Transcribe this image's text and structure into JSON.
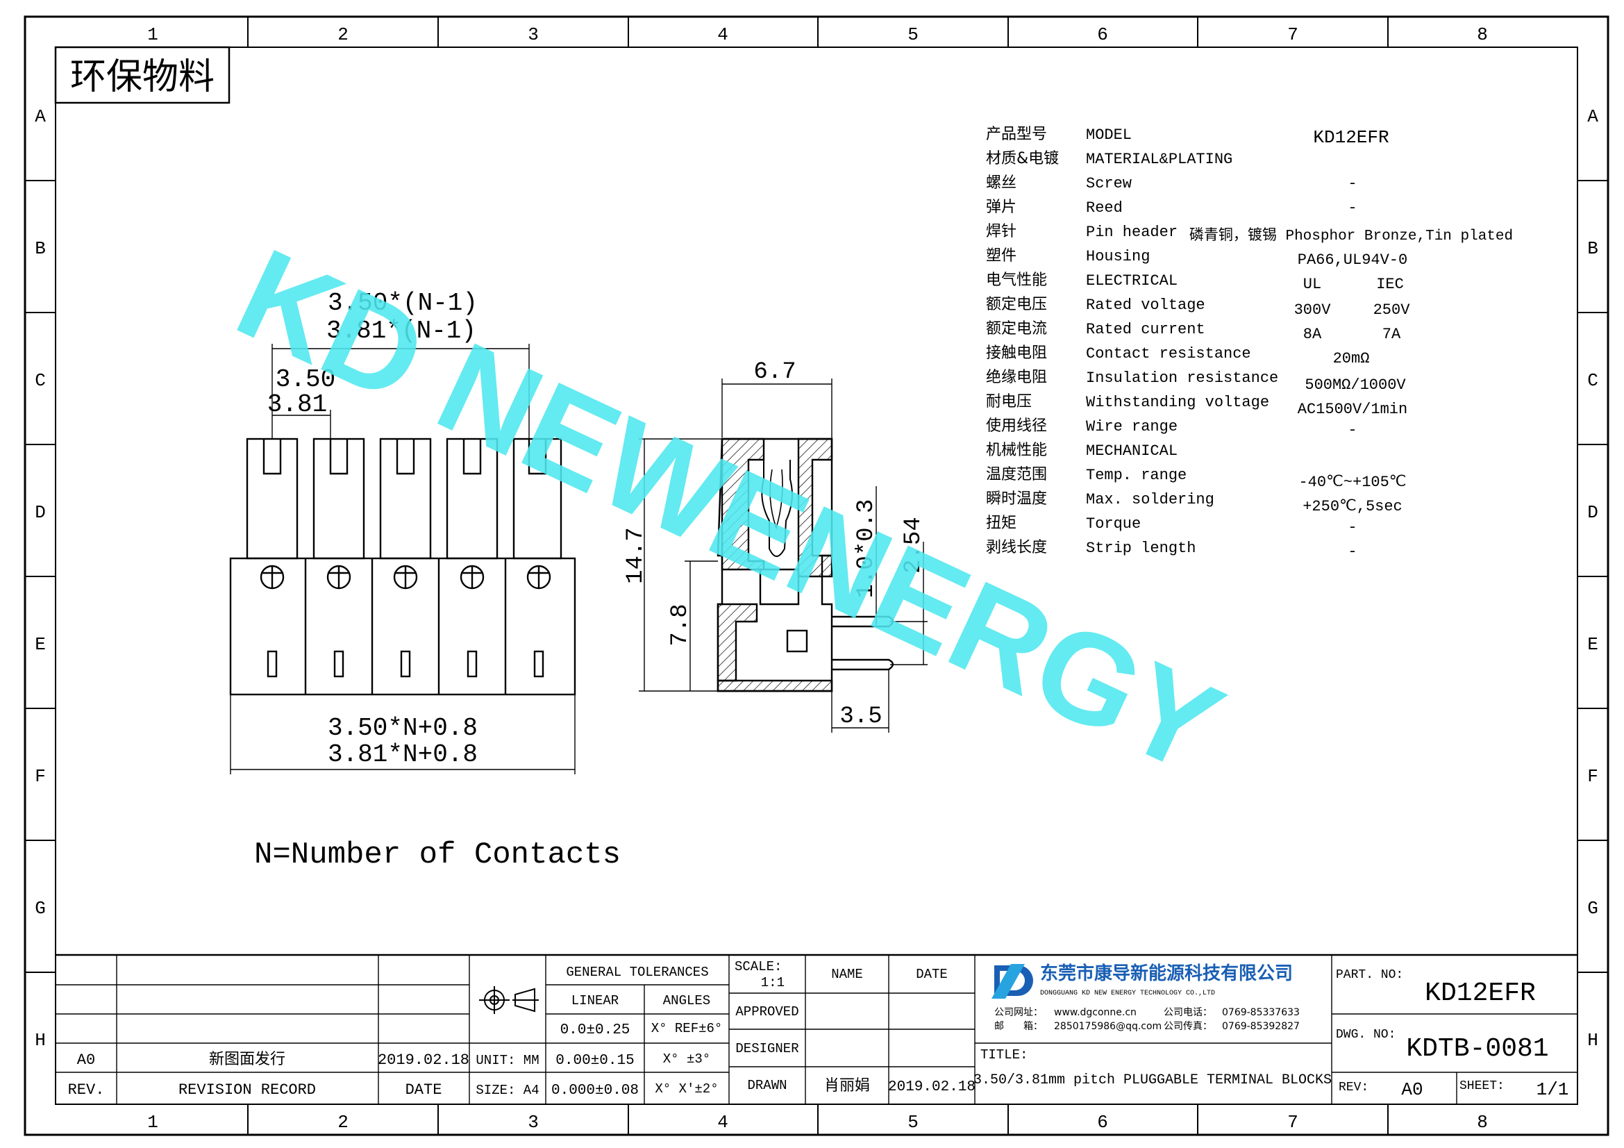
{
  "frame": {
    "columns": [
      "1",
      "2",
      "3",
      "4",
      "5",
      "6",
      "7",
      "8"
    ],
    "rows": [
      "A",
      "B",
      "C",
      "D",
      "E",
      "F",
      "G",
      "H"
    ]
  },
  "eco_label": "环保物料",
  "watermark": "KD NEWENERGY",
  "specs": [
    {
      "cn": "产品型号",
      "en": "MODEL",
      "v1": "KD12EFR",
      "v2": ""
    },
    {
      "cn": "材质&电镀",
      "en": "MATERIAL&PLATING",
      "v1": "",
      "v2": ""
    },
    {
      "cn": "螺丝",
      "en": "Screw",
      "v1": "-",
      "v2": ""
    },
    {
      "cn": "弹片",
      "en": "Reed",
      "v1": "-",
      "v2": ""
    },
    {
      "cn": "焊针",
      "en": "Pin header",
      "v1": "磷青铜，镀锡 Phosphor Bronze,Tin plated",
      "v2": ""
    },
    {
      "cn": "塑件",
      "en": "Housing",
      "v1": "PA66,UL94V-0",
      "v2": ""
    },
    {
      "cn": "电气性能",
      "en": "ELECTRICAL",
      "v1": "UL",
      "v2": "IEC"
    },
    {
      "cn": "额定电压",
      "en": "Rated voltage",
      "v1": "300V",
      "v2": "250V"
    },
    {
      "cn": "额定电流",
      "en": "Rated current",
      "v1": "8A",
      "v2": "7A"
    },
    {
      "cn": "接触电阻",
      "en": "Contact resistance",
      "v1": "20mΩ",
      "v2": ""
    },
    {
      "cn": "绝缘电阻",
      "en": "Insulation resistance",
      "v1": "500MΩ/1000V",
      "v2": ""
    },
    {
      "cn": "耐电压",
      "en": "Withstanding voltage",
      "v1": "AC1500V/1min",
      "v2": ""
    },
    {
      "cn": "使用线径",
      "en": "Wire range",
      "v1": "-",
      "v2": ""
    },
    {
      "cn": "机械性能",
      "en": "MECHANICAL",
      "v1": "",
      "v2": ""
    },
    {
      "cn": "温度范围",
      "en": "Temp. range",
      "v1": "-40℃~+105℃",
      "v2": ""
    },
    {
      "cn": "瞬时温度",
      "en": "Max. soldering",
      "v1": "+250℃,5sec",
      "v2": ""
    },
    {
      "cn": "扭矩",
      "en": "Torque",
      "v1": "-",
      "v2": ""
    },
    {
      "cn": "剥线长度",
      "en": "Strip length",
      "v1": "-",
      "v2": ""
    }
  ],
  "dimensions": {
    "pitch_span_1": "3.50*(N-1)",
    "pitch_span_2": "3.81*(N-1)",
    "pitch_1": "3.50",
    "pitch_2": "3.81",
    "width_1": "3.50*N+0.8",
    "width_2": "3.81*N+0.8",
    "side_width": "6.7",
    "side_height": "14.7",
    "side_lower": "7.8",
    "pin_dia": "1.0*0.3",
    "pin_pitch": "2.54",
    "pin_len": "3.5"
  },
  "note": "N=Number of Contacts",
  "title_block": {
    "rev_row": {
      "rev": "A0",
      "record": "新图面发行",
      "date": "2019.02.18"
    },
    "rev_header": {
      "rev": "REV.",
      "record": "REVISION RECORD",
      "date": "DATE"
    },
    "unit": "UNIT: MM",
    "size": "SIZE: A4",
    "tol_title": "GENERAL TOLERANCES",
    "tol_linear": "LINEAR",
    "tol_angles": "ANGLES",
    "tol_rows": [
      {
        "lin": "0.0±0.25",
        "ang": "X° REF±6°"
      },
      {
        "lin": "0.00±0.15",
        "ang": "X° ±3°"
      },
      {
        "lin": "0.000±0.08",
        "ang": "X° X'±2°"
      }
    ],
    "scale_label": "SCALE:",
    "scale_value": "1:1",
    "name_label": "NAME",
    "date_label": "DATE",
    "approved": "APPROVED",
    "designer": "DESIGNER",
    "drawn": "DRAWN",
    "drawn_name": "肖丽娟",
    "drawn_date": "2019.02.18",
    "company_cn": "东莞市康导新能源科技有限公司",
    "company_en": "DONGGUANG KD NEW ENERGY TECHNOLOGY CO.,LTD",
    "web_label": "公司网址：",
    "web": "www.dgconne.cn",
    "tel_label": "公司电话：",
    "tel": "0769-85337633",
    "mail_label": "邮　　箱：",
    "mail": "2850175986@qq.com",
    "fax_label": "公司传真：",
    "fax": "0769-85392827",
    "title_label": "TITLE:",
    "title": "3.50/3.81mm pitch PLUGGABLE TERMINAL BLOCKS",
    "part_label": "PART. NO:",
    "part_no": "KD12EFR",
    "dwg_label": "DWG. NO:",
    "dwg_no": "KDTB-0081",
    "rev_label": "REV:",
    "rev_value": "A0",
    "sheet_label": "SHEET:",
    "sheet_value": "1/1"
  },
  "colors": {
    "watermark": "#4fe8f0",
    "logo_blue": "#1a5fb4"
  }
}
